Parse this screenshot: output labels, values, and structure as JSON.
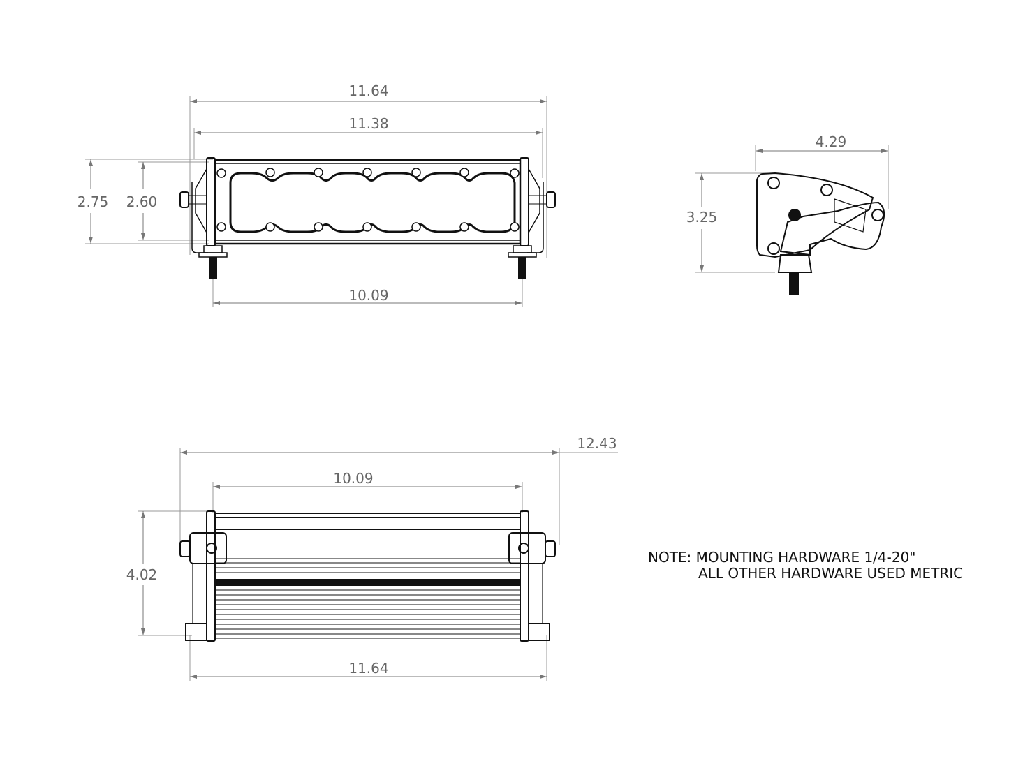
{
  "drawing": {
    "units": "inches",
    "views": {
      "front": {
        "overall_width": "11.64",
        "body_width": "11.38",
        "overall_height": "2.75",
        "body_height": "2.60",
        "mount_spacing": "10.09",
        "led_count": 6
      },
      "side": {
        "depth": "4.29",
        "height": "3.25"
      },
      "top": {
        "overall_width_with_bolts": "12.43",
        "mount_spacing": "10.09",
        "depth": "4.02",
        "overall_width": "11.64"
      }
    },
    "note": {
      "line1": "NOTE: MOUNTING HARDWARE 1/4-20\"",
      "line2": "ALL OTHER HARDWARE USED METRIC"
    },
    "colors": {
      "line": "#111111",
      "dimension": "#777777"
    }
  }
}
